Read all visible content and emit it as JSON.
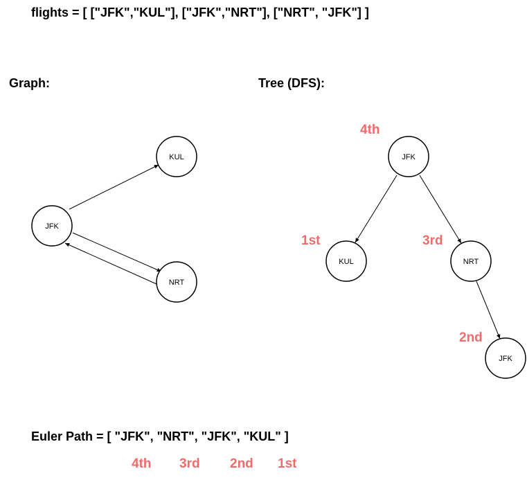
{
  "flights_text": "flights = [ [\"JFK\",\"KUL\"], [\"JFK\",\"NRT\"], [\"NRT\", \"JFK\"] ]",
  "graph_title": "Graph:",
  "tree_title": "Tree (DFS):",
  "graph": {
    "nodes": [
      {
        "id": "g-jfk",
        "label": "JFK"
      },
      {
        "id": "g-kul",
        "label": "KUL"
      },
      {
        "id": "g-nrt",
        "label": "NRT"
      }
    ]
  },
  "tree": {
    "nodes": [
      {
        "id": "t-jfk-root",
        "label": "JFK",
        "order": "4th"
      },
      {
        "id": "t-kul",
        "label": "KUL",
        "order": "1st"
      },
      {
        "id": "t-nrt",
        "label": "NRT",
        "order": "3rd"
      },
      {
        "id": "t-jfk-leaf",
        "label": "JFK",
        "order": "2nd"
      }
    ]
  },
  "euler_text": "Euler Path = [ \"JFK\", \"NRT\", \"JFK\", \"KUL\" ]",
  "euler_order": [
    "4th",
    "3rd",
    "2nd",
    "1st"
  ],
  "colors": {
    "order_label": "#f26b6b",
    "stroke": "#000000"
  }
}
